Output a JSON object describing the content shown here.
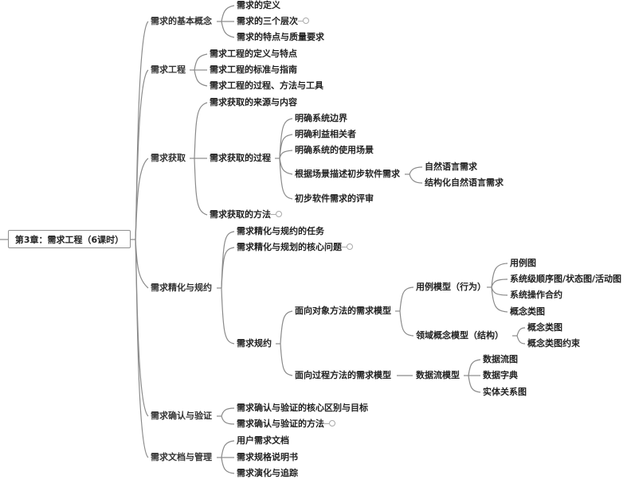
{
  "root": {
    "label": "第3章：需求工程（6课时）"
  },
  "colors": {
    "line": "#8a8a8a",
    "text": "#222222",
    "border": "#8f8f8f",
    "background": "#ffffff"
  },
  "branches": [
    {
      "label": "需求的基本概念",
      "children": [
        {
          "label": "需求的定义"
        },
        {
          "label": "需求的三个层次",
          "collapsed": true
        },
        {
          "label": "需求的特点与质量要求"
        }
      ]
    },
    {
      "label": "需求工程",
      "children": [
        {
          "label": "需求工程的定义与特点"
        },
        {
          "label": "需求工程的标准与指南"
        },
        {
          "label": "需求工程的过程、方法与工具"
        }
      ]
    },
    {
      "label": "需求获取",
      "children": [
        {
          "label": "需求获取的来源与内容"
        },
        {
          "label": "需求获取的过程",
          "children": [
            {
              "label": "明确系统边界"
            },
            {
              "label": "明确利益相关者"
            },
            {
              "label": "明确系统的使用场景"
            },
            {
              "label": "根据场景描述初步软件需求",
              "children": [
                {
                  "label": "自然语言需求"
                },
                {
                  "label": "结构化自然语言需求"
                }
              ]
            },
            {
              "label": "初步软件需求的评审"
            }
          ]
        },
        {
          "label": "需求获取的方法",
          "collapsed": true
        }
      ]
    },
    {
      "label": "需求精化与规约",
      "children": [
        {
          "label": "需求精化与规约的任务"
        },
        {
          "label": "需求精化与规划的核心问题",
          "collapsed": true
        },
        {
          "label": "需求规约",
          "children": [
            {
              "label": "面向对象方法的需求模型",
              "children": [
                {
                  "label": "用例模型（行为）",
                  "children": [
                    {
                      "label": "用例图"
                    },
                    {
                      "label": "系统级顺序图/状态图/活动图"
                    },
                    {
                      "label": "系统操作合约"
                    },
                    {
                      "label": "概念类图"
                    }
                  ]
                },
                {
                  "label": "领域概念模型（结构）",
                  "children": [
                    {
                      "label": "概念类图"
                    },
                    {
                      "label": "概念类图约束"
                    }
                  ]
                }
              ]
            },
            {
              "label": "面向过程方法的需求模型",
              "children": [
                {
                  "label": "数据流模型",
                  "children": [
                    {
                      "label": "数据流图"
                    },
                    {
                      "label": "数据字典"
                    },
                    {
                      "label": "实体关系图"
                    }
                  ]
                }
              ]
            }
          ]
        }
      ]
    },
    {
      "label": "需求确认与验证",
      "children": [
        {
          "label": "需求确认与验证的核心区别与目标"
        },
        {
          "label": "需求确认与验证的方法",
          "collapsed": true
        }
      ]
    },
    {
      "label": "需求文档与管理",
      "children": [
        {
          "label": "用户需求文档"
        },
        {
          "label": "需求规格说明书"
        },
        {
          "label": "需求演化与追踪"
        }
      ]
    }
  ]
}
